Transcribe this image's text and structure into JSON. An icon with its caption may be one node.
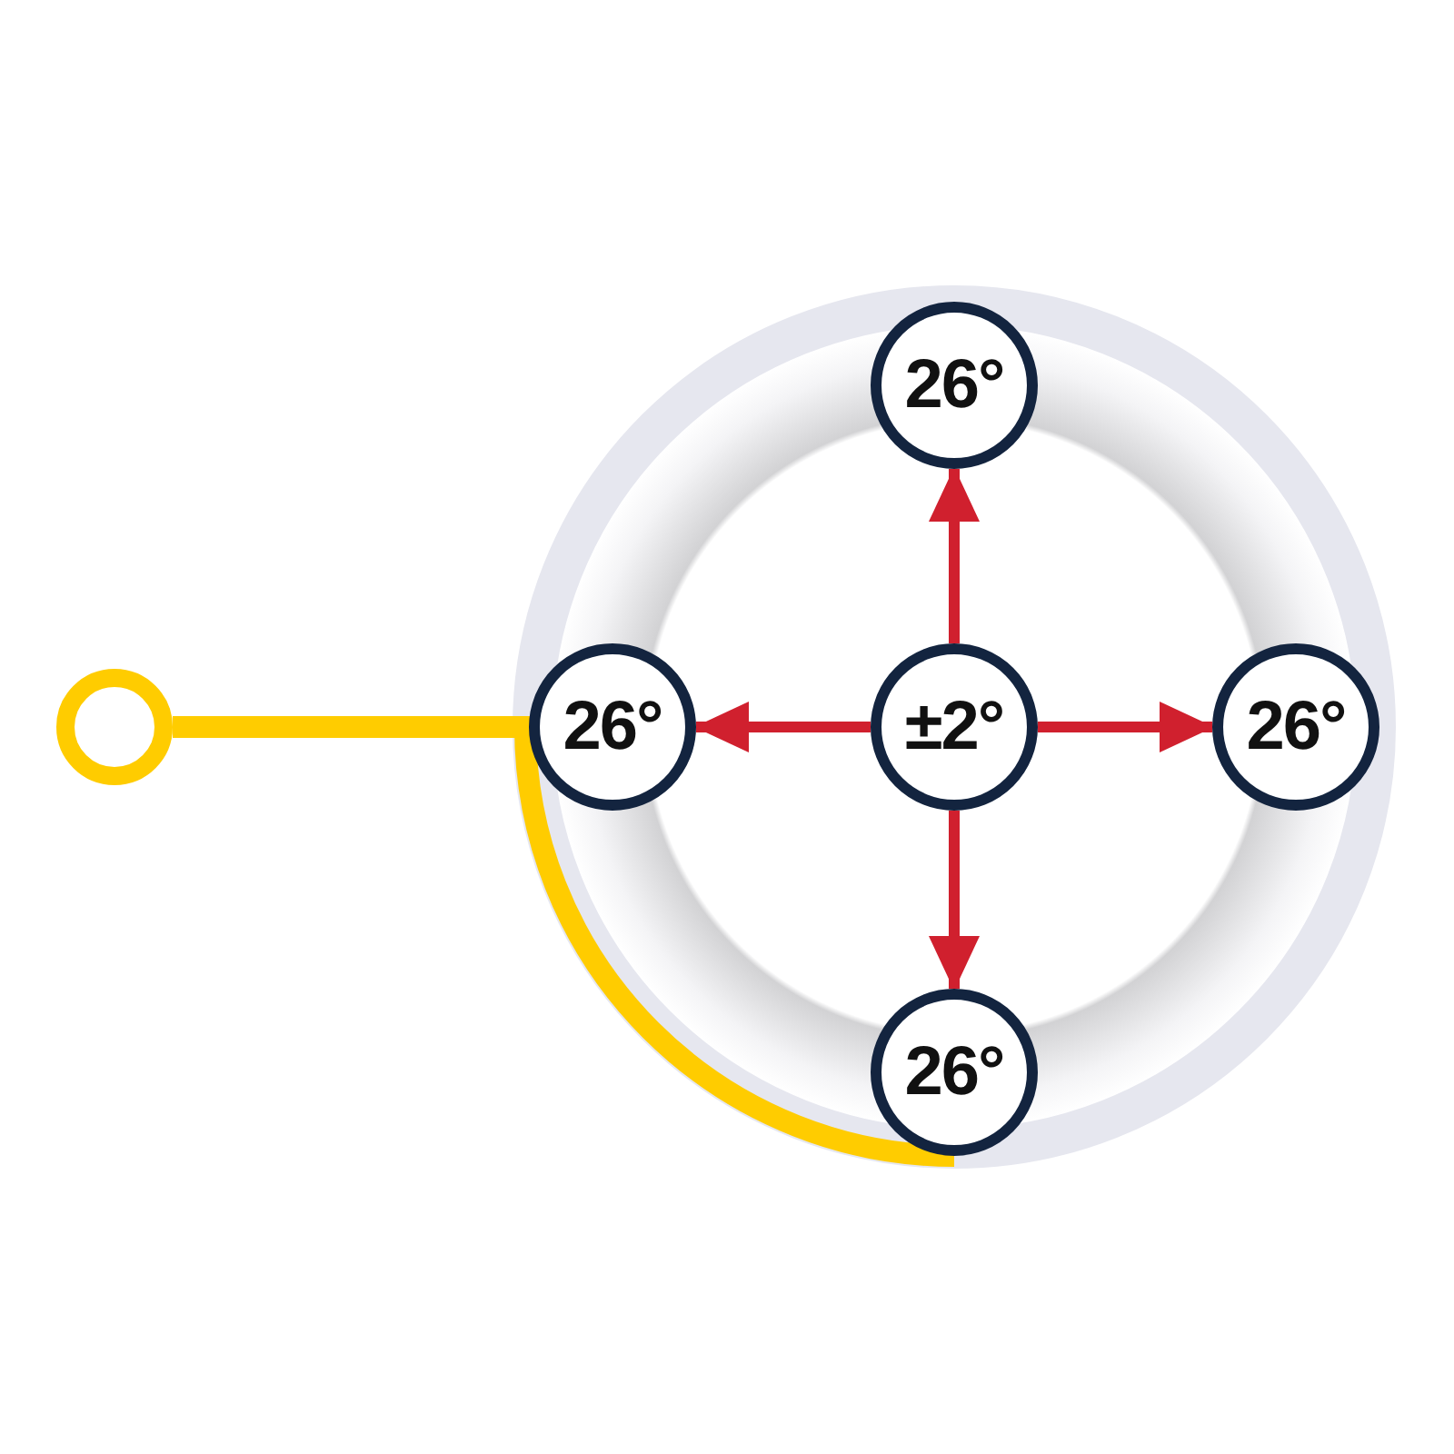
{
  "diagram": {
    "nodes": [
      {
        "text": [],
        "shape": "circle"
      },
      {
        "text": [],
        "shape": "circle"
      },
      {
        "text": [
          "26°"
        ],
        "in": 1
      },
      {
        "text": [
          "26°"
        ],
        "in": 1
      },
      {
        "text": [
          "±2°"
        ],
        "in": 1
      },
      {
        "text": [
          "26°"
        ],
        "in": 1
      },
      {
        "text": [
          "26°"
        ],
        "in": 1
      }
    ],
    "edges": [
      {
        "from": 0,
        "to": 1,
        "arrow": "none",
        "style": "thick",
        "color": "#ffcc00"
      },
      {
        "from": 4,
        "to": 2,
        "arrow": "to"
      },
      {
        "from": 4,
        "to": 3,
        "arrow": "to"
      },
      {
        "from": 4,
        "to": 5,
        "arrow": "to"
      },
      {
        "from": 4,
        "to": 6,
        "arrow": "to"
      }
    ]
  }
}
